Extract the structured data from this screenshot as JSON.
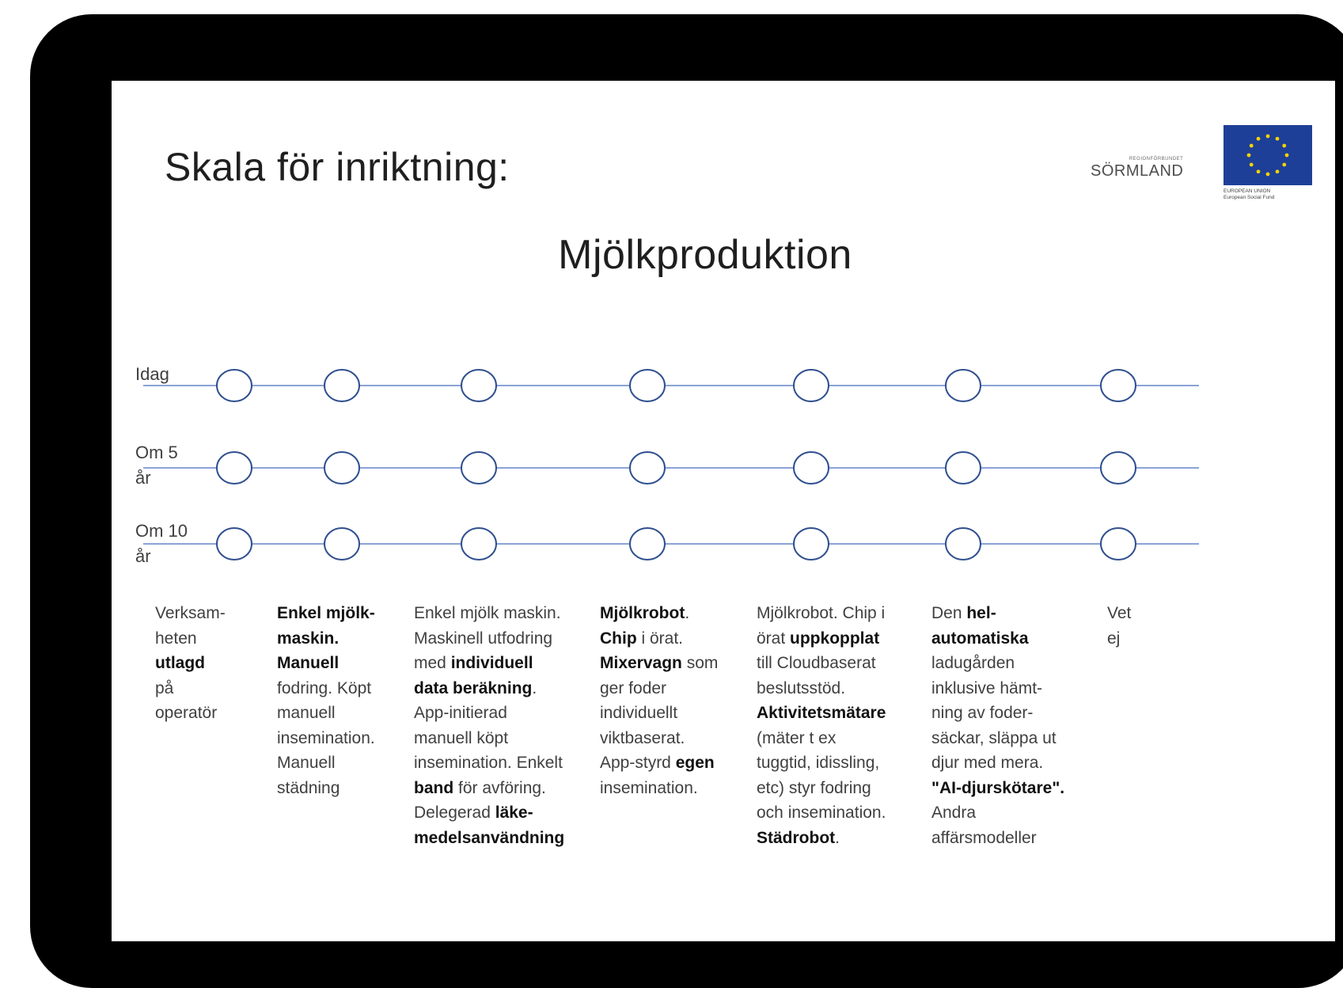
{
  "slide": {
    "title": "Skala för inriktning:",
    "subtitle": "Mjölkproduktion"
  },
  "logos": {
    "region_small": "REGIONFÖRBUNDET",
    "region_main": "SÖRMLAND",
    "eu_line1": "EUROPEAN UNION",
    "eu_line2": "European Social Fund"
  },
  "colors": {
    "frame": "#000000",
    "line": "#8aa3d6",
    "circle_stroke": "#2f4f8f",
    "eu_blue": "#1e3f97",
    "eu_star": "#f5d300"
  },
  "rows": [
    {
      "label_1": "Idag",
      "label_2": ""
    },
    {
      "label_1": "Om 5",
      "label_2": "år"
    },
    {
      "label_1": "Om 10",
      "label_2": "år"
    }
  ],
  "columns": [
    {
      "lines": [
        [
          {
            "t": "Verksam-",
            "b": false
          }
        ],
        [
          {
            "t": "heten",
            "b": false
          }
        ],
        [
          {
            "t": "utlagd",
            "b": true
          }
        ],
        [
          {
            "t": "på",
            "b": false
          }
        ],
        [
          {
            "t": "operatör",
            "b": false
          }
        ]
      ]
    },
    {
      "lines": [
        [
          {
            "t": "Enkel mjölk-",
            "b": true
          }
        ],
        [
          {
            "t": "maskin.",
            "b": true
          }
        ],
        [
          {
            "t": "Manuell",
            "b": true
          }
        ],
        [
          {
            "t": "fodring. Köpt",
            "b": false
          }
        ],
        [
          {
            "t": "manuell",
            "b": false
          }
        ],
        [
          {
            "t": "insemination.",
            "b": false
          }
        ],
        [
          {
            "t": "Manuell",
            "b": false
          }
        ],
        [
          {
            "t": "städning",
            "b": false
          }
        ]
      ]
    },
    {
      "lines": [
        [
          {
            "t": "Enkel mjölk maskin.",
            "b": false
          }
        ],
        [
          {
            "t": "Maskinell utfodring",
            "b": false
          }
        ],
        [
          {
            "t": "med ",
            "b": false
          },
          {
            "t": "individuell",
            "b": true
          }
        ],
        [
          {
            "t": "data beräkning",
            "b": true
          },
          {
            "t": ".",
            "b": false
          }
        ],
        [
          {
            "t": "App-initierad",
            "b": false
          }
        ],
        [
          {
            "t": "manuell köpt",
            "b": false
          }
        ],
        [
          {
            "t": "insemination. Enkelt",
            "b": false
          }
        ],
        [
          {
            "t": "band",
            "b": true
          },
          {
            "t": " för avföring.",
            "b": false
          }
        ],
        [
          {
            "t": "Delegerad ",
            "b": false
          },
          {
            "t": "läke-",
            "b": true
          }
        ],
        [
          {
            "t": "medelsanvändning",
            "b": true
          }
        ]
      ]
    },
    {
      "lines": [
        [
          {
            "t": "Mjölkrobot",
            "b": true
          },
          {
            "t": ".",
            "b": false
          }
        ],
        [
          {
            "t": "Chip",
            "b": true
          },
          {
            "t": " i örat.",
            "b": false
          }
        ],
        [
          {
            "t": "Mixervagn",
            "b": true
          },
          {
            "t": " som",
            "b": false
          }
        ],
        [
          {
            "t": "ger foder",
            "b": false
          }
        ],
        [
          {
            "t": "individuellt",
            "b": false
          }
        ],
        [
          {
            "t": "viktbaserat.",
            "b": false
          }
        ],
        [
          {
            "t": "App-styrd ",
            "b": false
          },
          {
            "t": "egen",
            "b": true
          }
        ],
        [
          {
            "t": "insemination.",
            "b": false
          }
        ]
      ]
    },
    {
      "lines": [
        [
          {
            "t": "Mjölkrobot. Chip i",
            "b": false
          }
        ],
        [
          {
            "t": "örat ",
            "b": false
          },
          {
            "t": "uppkopplat",
            "b": true
          }
        ],
        [
          {
            "t": "till Cloudbaserat",
            "b": false
          }
        ],
        [
          {
            "t": "beslutsstöd.",
            "b": false
          }
        ],
        [
          {
            "t": "Aktivitetsmätare",
            "b": true
          }
        ],
        [
          {
            "t": "(mäter t ex",
            "b": false
          }
        ],
        [
          {
            "t": "tuggtid, idissling,",
            "b": false
          }
        ],
        [
          {
            "t": "etc) styr fodring",
            "b": false
          }
        ],
        [
          {
            "t": "och insemination.",
            "b": false
          }
        ],
        [
          {
            "t": "Städrobot",
            "b": true
          },
          {
            "t": ".",
            "b": false
          }
        ]
      ]
    },
    {
      "lines": [
        [
          {
            "t": "Den ",
            "b": false
          },
          {
            "t": "hel-",
            "b": true
          }
        ],
        [
          {
            "t": "automatiska",
            "b": true
          }
        ],
        [
          {
            "t": "ladugården",
            "b": false
          }
        ],
        [
          {
            "t": "inklusive hämt-",
            "b": false
          }
        ],
        [
          {
            "t": "ning av foder-",
            "b": false
          }
        ],
        [
          {
            "t": "säckar, släppa ut",
            "b": false
          }
        ],
        [
          {
            "t": "djur med mera.",
            "b": false
          }
        ],
        [
          {
            "t": "\"AI-djurskötare\".",
            "b": true
          }
        ],
        [
          {
            "t": "Andra",
            "b": false
          }
        ],
        [
          {
            "t": "affärsmodeller",
            "b": false
          }
        ]
      ]
    },
    {
      "lines": [
        [
          {
            "t": "Vet",
            "b": false
          }
        ],
        [
          {
            "t": "ej",
            "b": false
          }
        ]
      ]
    }
  ]
}
